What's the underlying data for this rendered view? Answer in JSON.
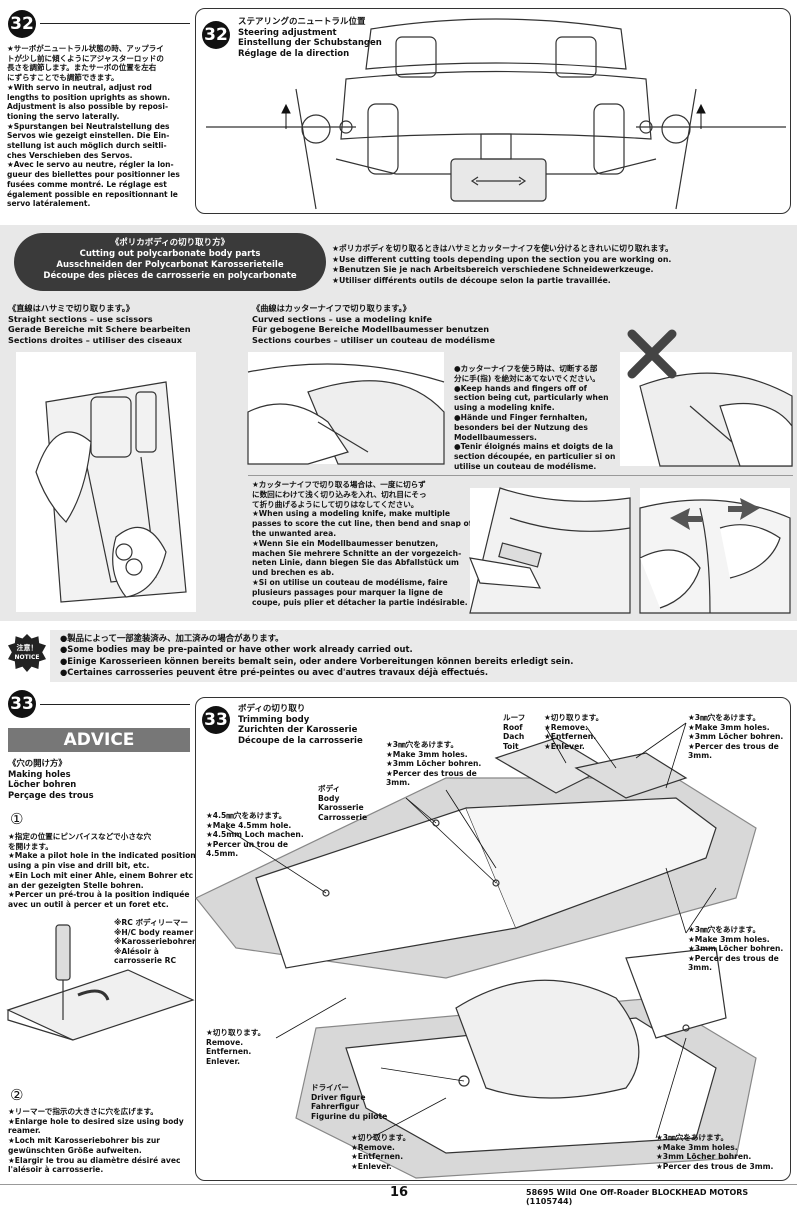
{
  "step32": {
    "number": "32",
    "left_lines": [
      "★サーボがニュートラル状態の時、アップライ",
      "トが少し前に傾くようにアジャスターロッドの",
      "長さを調節します。またサーボの位置を左右",
      "にずらすことでも調節できます。",
      "★With servo in neutral, adjust rod",
      "lengths to position uprights as shown.",
      "Adjustment is also possible by reposi-",
      "tioning the servo laterally.",
      "★Spurstangen bei Neutralstellung des",
      "Servos wie gezeigt einstellen. Die Ein-",
      "stellung ist auch möglich durch seitli-",
      "ches Verschieben des Servos.",
      "★Avec le servo au neutre, régler la lon-",
      "gueur des biellettes pour positionner les",
      "fusées comme montré. Le réglage est",
      "également possible en repositionnant le",
      "servo latéralement."
    ],
    "title_jp": "ステアリングのニュートラル位置",
    "title_en": "Steering adjustment",
    "title_de": "Einstellung der Schubstangen",
    "title_fr": "Réglage de la direction"
  },
  "polycarb": {
    "title_jp": "《ポリカボディの切り取り方》",
    "title_en": "Cutting out polycarbonate body parts",
    "title_de": "Ausschneiden der Polycarbonat Karosserieteile",
    "title_fr": "Découpe des pièces de carrosserie en polycarbonate",
    "info_lines": [
      "★ポリカボディを切り取るときはハサミとカッターナイフを使い分けるときれいに切り取れます。",
      "★Use different cutting tools depending upon the section you are working on.",
      "★Benutzen Sie je nach Arbeitsbereich verschiedene Schneidewerkzeuge.",
      "★Utiliser différents outils de découpe selon la partie travaillée."
    ],
    "straight_lines": [
      "《直線はハサミで切り取ります。》",
      "Straight sections – use scissors",
      "Gerade Bereiche mit Schere bearbeiten",
      "Sections droites – utiliser des ciseaux"
    ],
    "curved_lines": [
      "《曲線はカッターナイフで切り取ります。》",
      "Curved sections – use a modeling knife",
      "Für gebogene Bereiche Modellbaumesser benutzen",
      "Sections courbes – utiliser un couteau de modélisme"
    ],
    "knife_lines": [
      "●カッターナイフを使う時は、切断する部",
      "分に手(指) を絶対にあてないでください。",
      "●Keep hands and fingers off of",
      "section being cut, particularly when",
      "using a modeling knife.",
      "●Hände und Finger fernhalten,",
      "besonders bei der Nutzung des",
      "Modellbaumessers.",
      "●Tenir éloignés mains et doigts de la",
      "section découpée, en particulier si on",
      "utilise un couteau de modélisme."
    ],
    "passes_lines": [
      "★カッターナイフで切り取る場合は、一度に切らず",
      "に数回にわけて浅く切り込みを入れ、切れ目にそっ",
      "て折り曲げるようにして切りはなしてください。",
      "★When using a modeling knife, make multiple",
      "passes to score the cut line, then bend and snap off",
      "the unwanted area.",
      "★Wenn Sie ein Modellbaumesser benutzen,",
      "machen Sie mehrere Schnitte an der vorgezeich-",
      "neten Linie, dann biegen Sie das Abfallstück um",
      "und brechen es ab.",
      "★Si on utilise un couteau de modélisme, faire",
      "plusieurs passages pour marquer la ligne de",
      "coupe, puis plier et détacher la partie indésirable."
    ]
  },
  "notice": {
    "badge_jp": "注意！",
    "badge_en": "NOTICE",
    "lines": [
      "●製品によって一部塗装済み、加工済みの場合があります。",
      "●Some bodies may be pre-painted or have other work already carried out.",
      "●Einige Karosserieen können bereits bemalt sein, oder andere Vorbereitungen können bereits erledigt sein.",
      "●Certaines carrosseries peuvent être pré-peintes ou avec d'autres travaux déjà effectués."
    ]
  },
  "step33": {
    "number": "33",
    "advice_label": "ADVICE",
    "holes_lines": [
      "《穴の開け方》",
      "Making holes",
      "Löcher bohren",
      "Perçage des trous"
    ],
    "step1_num": "①",
    "step1_lines": [
      "★指定の位置にピンバイスなどで小さな穴",
      "を開けます。",
      "★Make a pilot hole in the indicated position",
      "using a pin vise and drill bit, etc.",
      "★Ein Loch mit einer Ahle, einem Bohrer etc",
      "an der gezeigten Stelle bohren.",
      "★Percer un pré-trou à la position indiquée",
      "avec un outil à percer et un foret etc."
    ],
    "reamer_lines": [
      "※RC ボディリーマー",
      "※H/C body reamer",
      "※Karosseriebohrer",
      "※Alésoir à",
      "carrosserie RC"
    ],
    "step2_num": "②",
    "step2_lines": [
      "★リーマーで指示の大きさに穴を広げます。",
      "★Enlarge hole to desired size using body",
      "reamer.",
      "★Loch mit Karosseriebohrer bis zur",
      "gewünschten Größe aufweiten.",
      "★Elargir le trou au diamètre désiré avec",
      "l'alésoir à carrosserie."
    ],
    "title_jp": "ボディの切り取り",
    "title_en": "Trimming body",
    "title_de": "Zurichten der Karosserie",
    "title_fr": "Découpe de la carrosserie",
    "hole45_lines": [
      "★4.5㎜穴をあけます。",
      "★Make 4.5mm hole.",
      "★4.5mm Loch machen.",
      "★Percer un trou de",
      "4.5mm."
    ],
    "hole3_lines": [
      "★3㎜穴をあけます。",
      "★Make 3mm holes.",
      "★3mm Löcher bohren.",
      "★Percer des trous de",
      "3mm."
    ],
    "hole3_mid_lines": [
      "★3㎜穴をあけます。",
      "★Make 3mm holes.",
      "★3mm Löcher bohren.",
      "★Percer des trous de",
      "3mm."
    ],
    "hole3_right_lines": [
      "★3㎜穴をあけます。",
      "★Make 3mm holes.",
      "★3mm Löcher bohren.",
      "★Percer des trous de",
      "3mm."
    ],
    "hole3_bottom_lines": [
      "★3㎜穴をあけます。",
      "★Make 3mm holes.",
      "★3mm Löcher bohren.",
      "★Percer des trous de 3mm."
    ],
    "body_lines": [
      "ボディ",
      "Body",
      "Karosserie",
      "Carrosserie"
    ],
    "roof_lines": [
      "ルーフ",
      "Roof",
      "Dach",
      "Toit"
    ],
    "remove_top_lines": [
      "★切り取ります。",
      "★Remove.",
      "★Entfernen.",
      "★Enlever."
    ],
    "remove_left_lines": [
      "★切り取ります。",
      "Remove.",
      "Entfernen.",
      "Enlever."
    ],
    "remove_bottom_lines": [
      "★切り取ります。",
      "★Remove.",
      "★Entfernen.",
      "★Enlever."
    ],
    "driver_lines": [
      "ドライバー",
      "Driver figure",
      "Fahrerfigur",
      "Figurine du pilote"
    ]
  },
  "footer": {
    "page": "16",
    "product": "58695 Wild One Off-Roader BLOCKHEAD MOTORS (1105744)"
  }
}
